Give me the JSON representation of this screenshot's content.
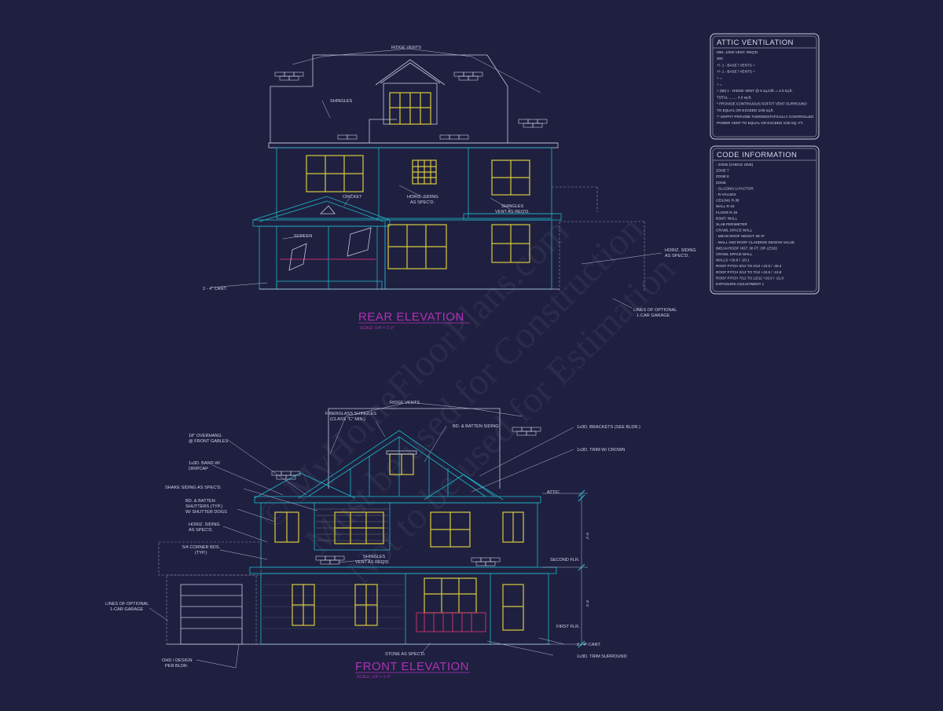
{
  "watermark": {
    "line1": "© MyHomeFloorPlans.com",
    "line2": "Must be used for Construction",
    "line3": "Not to be used for Estimation"
  },
  "rear_elevation": {
    "title": "REAR ELEVATION",
    "scale": "SCALE: 1/4\" = 1'-0\"",
    "notes": {
      "ridge_vents": "RIDGE VENTS",
      "shingles": "SHINGLES",
      "cricket": "CRICKET",
      "horiz_siding_1": "HORIZ. SIDING",
      "horiz_siding_1b": "AS SPEC'D.",
      "shingles_vent_1": "SHINGLES",
      "shingles_vent_2": "VENT AS REQ'D.",
      "screen": "SCREEN",
      "horiz_siding_2": "HORIZ. SIDING",
      "horiz_siding_2b": "AS SPEC'D.",
      "cant": "2 - 4\" CANT.",
      "optional_garage_1": "LINES OF OPTIONAL",
      "optional_garage_2": "1-CAR GARAGE"
    }
  },
  "front_elevation": {
    "title": "FRONT ELEVATION",
    "scale": "SCALE: 1/4\" = 1'-0\"",
    "notes": {
      "ridge_vents": "RIDGE VENTS",
      "fiberglass_1": "FIBERGLASS SHINGLES",
      "fiberglass_2": "(CLASS \"C\" MIN.)",
      "bd_batten": "BD. & BATTEN SIDING",
      "brackets": "1x3D. BRACKETS (SEE BLDR.)",
      "overhang_1": "18\" OVERHANG",
      "overhang_2": "@ FRONT GABLES",
      "trim_crown": "1x3D. TRIM W/ CROWN",
      "band_1": "1x3D. BAND W/",
      "band_2": "DRIPCAP",
      "shake": "SHAKE SIDING AS SPEC'D.",
      "shutters_1": "BD. & BATTEN",
      "shutters_2": "SHUTTERS (TYP.)",
      "shutters_3": "W/ SHUTTER DOGS",
      "attic": "ATTIC",
      "horiz_1": "HORIZ. SIDING",
      "horiz_2": "AS SPEC'D.",
      "corner_1": "5/4 CORNER BDS.",
      "corner_2": "(TYP.)",
      "shingles_1": "SHINGLES",
      "shingles_2": "VENT AS REQ'D.",
      "second_flr": "SECOND FLR.",
      "optional_1": "LINES OF OPTIONAL",
      "optional_2": "1-CAR GARAGE",
      "dim_upper": "9'-1\"",
      "dim_lower": "9'-1\"",
      "first_flr": "FIRST FLR.",
      "cant": "2 - 4\" CANT.",
      "stone": "STONE AS SPEC'D.",
      "trim_surround": "1x3D. TRIM SURROUND",
      "ohd_1": "OHD / DESIGN",
      "ohd_2": "PER BLDR."
    }
  },
  "attic_ventilation": {
    "title": "ATTIC VENTILATION",
    "lines": [
      "MIN. 1/300 VENT. REQ'D.",
      "300",
      "+/-  1 -          BASE     /    VENTS   =",
      "+/-  1 -          BASE     /    VENTS   =",
      "+                                          =",
      "+                                          =",
      "+ (66) 1 - RIDGE VENT @ 5 sq.in/ft.  =  4.0 sq.ft.",
      "TOTAL  ........  4.0 sq.ft.",
      "* PROVIDE CONTINUOUS SOFFIT VENT SURROUND",
      "   TO EQUAL OR EXCEED 1/48 sq.ft.",
      "** SOFFIT PROVIDE THERMOSTATICALLY CONTROLLED",
      "   POWER VENT TO EQUAL OR EXCEED 1/48 SQ. FT."
    ]
  },
  "code_information": {
    "title": "CODE INFORMATION",
    "lines": [
      "- ZONE (CHECK ONE)",
      "     ZONE 7",
      "     ZONE 8",
      "     ZONE",
      "- GLAZING U-FACTOR",
      "- R-VALUES",
      "     CEILING            R-38",
      "     WALL                R-15",
      "     FLOOR               R-19",
      "     BSMT. WALL",
      "     SLAB PERIMETER",
      "     CRAWL SPACE WALL",
      "- MEAN ROOF HEIGHT     26'-0\"",
      "- WALL AND ROOF CLADDING DESIGN VALUE",
      "  (MEAN ROOF HGT. 30 FT. OR LESS)",
      "     CRAWL SPACE WALL",
      "     WALLS                       +18.6 / -20.1",
      "     ROOF PITCH 0/12 TO 2/12      +10.0 / -38.4",
      "     ROOF PITCH 2/12 TO 7/12      +10.0 / -24.8",
      "     ROOF PITCH 7/12 TO 12/12     +16.0 / -21.0",
      "     EXPOSURE ADJUSTMENT         1"
    ]
  }
}
